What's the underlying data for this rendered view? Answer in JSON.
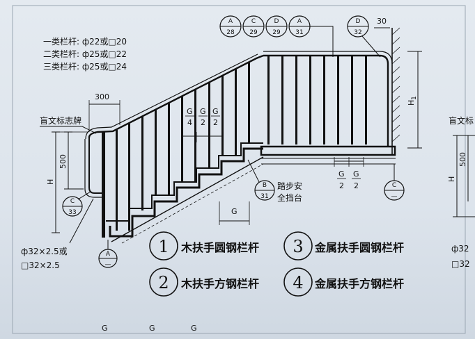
{
  "rail_specs": [
    "一类栏杆: ф22或□20",
    "二类栏杆: ф25或□22",
    "三类栏杆: ф25或□24"
  ],
  "callouts": [
    {
      "top": "A",
      "bottom": "28"
    },
    {
      "top": "C",
      "bottom": "29"
    },
    {
      "top": "D",
      "bottom": "29"
    },
    {
      "top": "A",
      "bottom": "31"
    },
    {
      "top": "D",
      "bottom": "32"
    }
  ],
  "dimensions": {
    "top_gap": "30",
    "tread": "300",
    "height_left": "500",
    "height_H": "H",
    "height_H1": "H",
    "height_H1_sub": "1",
    "g_quarter": "G",
    "g_quarter_sub": "4",
    "g_half_a": "G",
    "g_half_a_sub": "2",
    "g_half_b": "G",
    "g_half_b_sub": "2",
    "g_bottom": "G",
    "g_half_c": "G",
    "g_half_c_sub": "2",
    "g_half_d": "G",
    "g_half_d_sub": "2",
    "right_500": "500",
    "right_H": "H"
  },
  "labels": {
    "braille_sign": "盲文标志牌",
    "braille_sign_right": "盲文标",
    "toe_guard_line1": "踏步安",
    "toe_guard_line2": "全挡台",
    "pipe_round": "ф32×2.5或",
    "pipe_square": "□32×2.5",
    "pipe_round_right": "ф32",
    "pipe_square_right": "□32"
  },
  "marker_b31": {
    "top": "B",
    "bottom": "31"
  },
  "marker_c33": {
    "top": "C",
    "bottom": "33"
  },
  "marker_a": {
    "top": "A",
    "bottom": "—"
  },
  "marker_c": {
    "top": "C",
    "bottom": "—"
  },
  "legend": [
    {
      "num": "1",
      "text": "木扶手圆钢栏杆"
    },
    {
      "num": "3",
      "text": "金属扶手圆钢栏杆"
    },
    {
      "num": "2",
      "text": "木扶手方钢栏杆"
    },
    {
      "num": "4",
      "text": "金属扶手方钢栏杆"
    }
  ],
  "bottom_marks": [
    "G",
    "G",
    "G"
  ]
}
